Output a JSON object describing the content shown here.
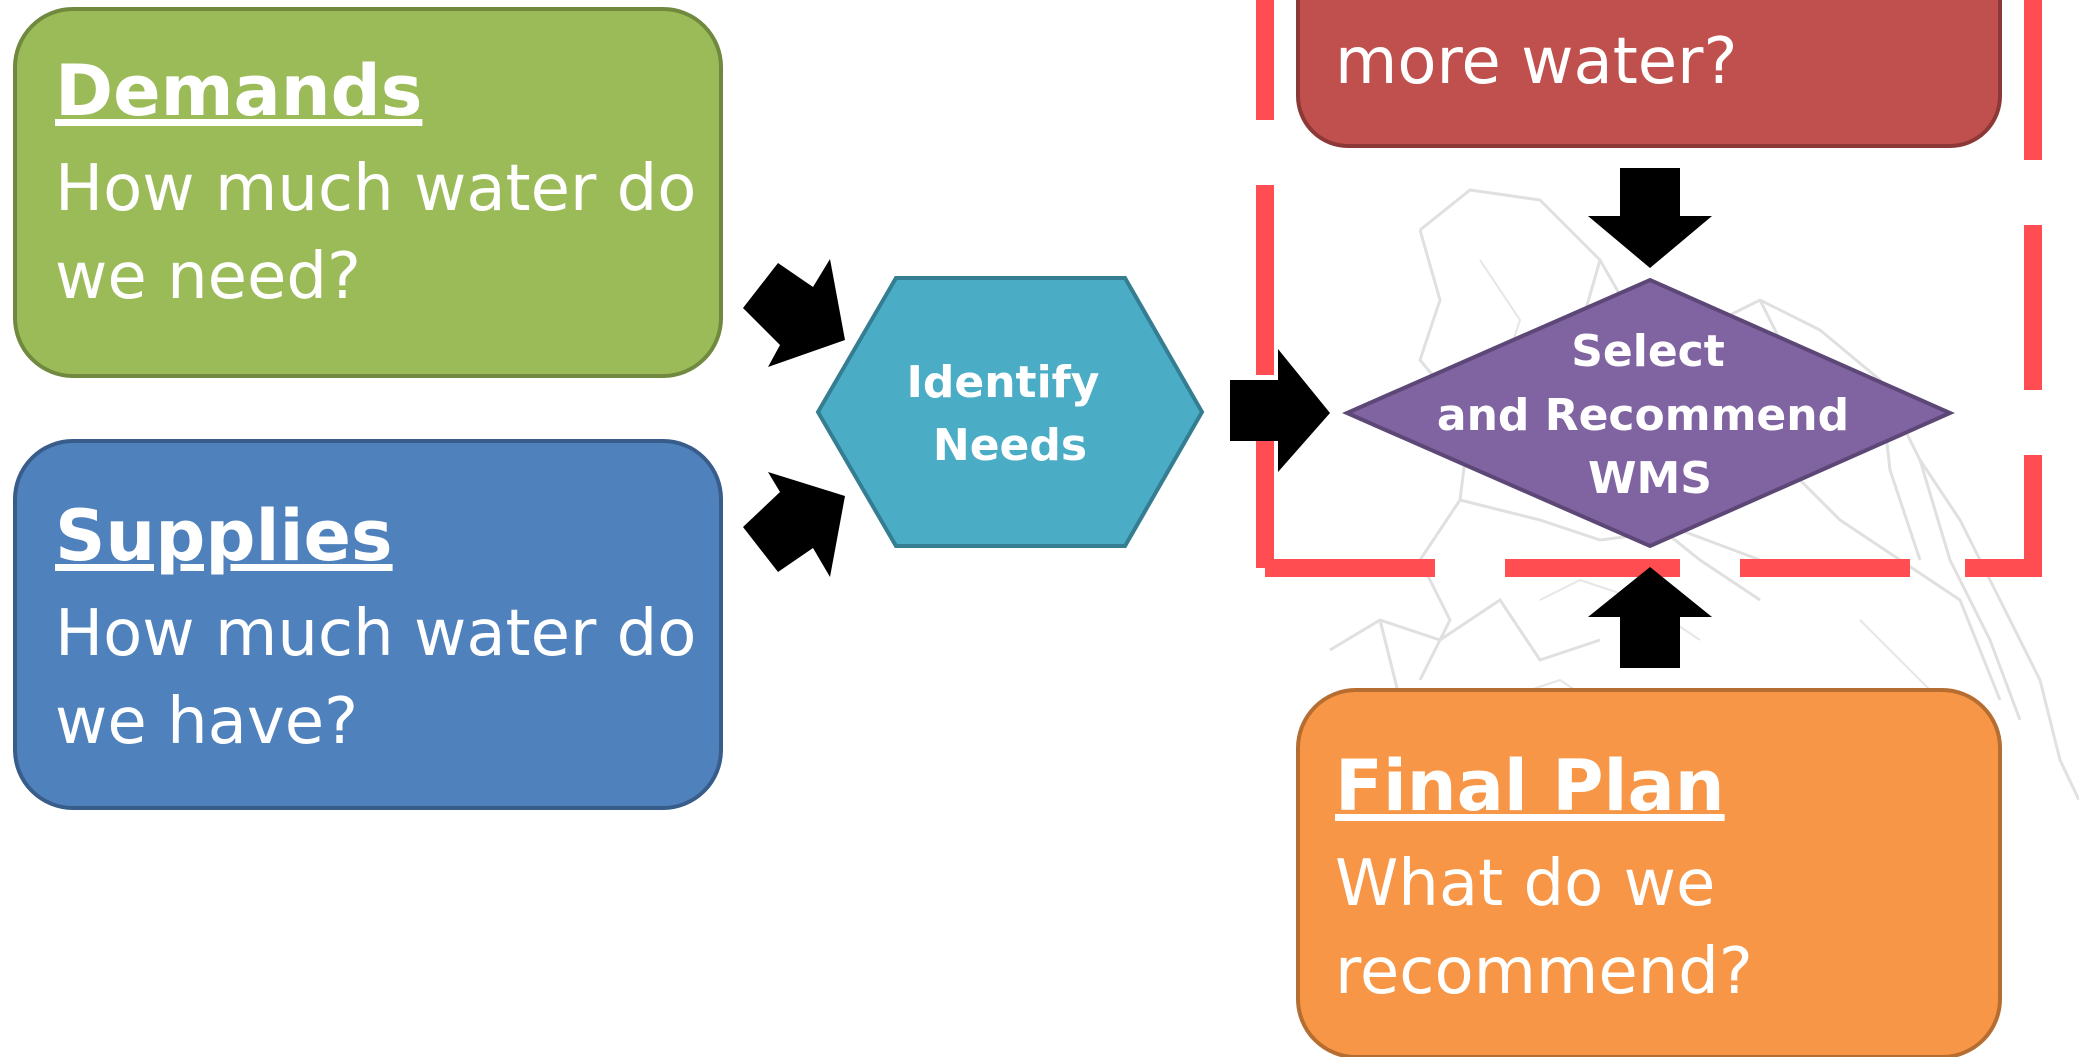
{
  "boxes": {
    "demands": {
      "title": "Demands",
      "line1": "How much water do",
      "line2": "we need?",
      "color": "#9bbb59",
      "border": "#71893f"
    },
    "supplies": {
      "title": "Supplies",
      "line1": "How much water do",
      "line2": "we have?",
      "color": "#4f81bd",
      "border": "#385d8a"
    },
    "strategies": {
      "line2": "more water?",
      "color": "#c0504d",
      "border": "#8c3836"
    },
    "final_plan": {
      "title": "Final Plan",
      "line1": "What do we",
      "line2": "recommend?",
      "color": "#f79646",
      "border": "#b66d31"
    }
  },
  "identify_needs": {
    "line1": "Identify",
    "line2": "Needs",
    "color": "#4bacc6",
    "border": "#357d91"
  },
  "select_wms": {
    "line1": "Select",
    "line2": "and Recommend",
    "line3": "WMS",
    "color": "#8064a2",
    "border": "#5c4776"
  },
  "dashed_frame_color": "#ff4d52",
  "arrow_color": "#000000"
}
